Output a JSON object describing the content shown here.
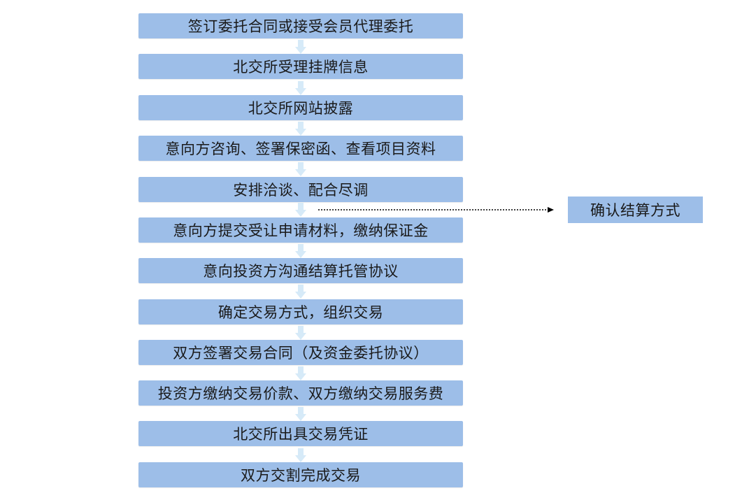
{
  "flow": {
    "steps": [
      {
        "label": "签订委托合同或接受会员代理委托"
      },
      {
        "label": "北交所受理挂牌信息"
      },
      {
        "label": "北交所网站披露"
      },
      {
        "label": "意向方咨询、签署保密函、查看项目资料"
      },
      {
        "label": "安排洽谈、配合尽调"
      },
      {
        "label": "意向方提交受让申请材料，缴纳保证金"
      },
      {
        "label": "意向投资方沟通结算托管协议"
      },
      {
        "label": "确定交易方式，组织交易"
      },
      {
        "label": "双方签署交易合同（及资金委托协议）"
      },
      {
        "label": "投资方缴纳交易价款、双方缴纳交易服务费"
      },
      {
        "label": "北交所出具交易凭证"
      },
      {
        "label": "双方交割完成交易"
      }
    ],
    "side_note": {
      "label": "确认结算方式"
    }
  },
  "colors": {
    "box_fill": "#9dbee8",
    "arrow_fill": "#d6eaf8",
    "connector": "#000000",
    "text": "#1a1a1a"
  }
}
